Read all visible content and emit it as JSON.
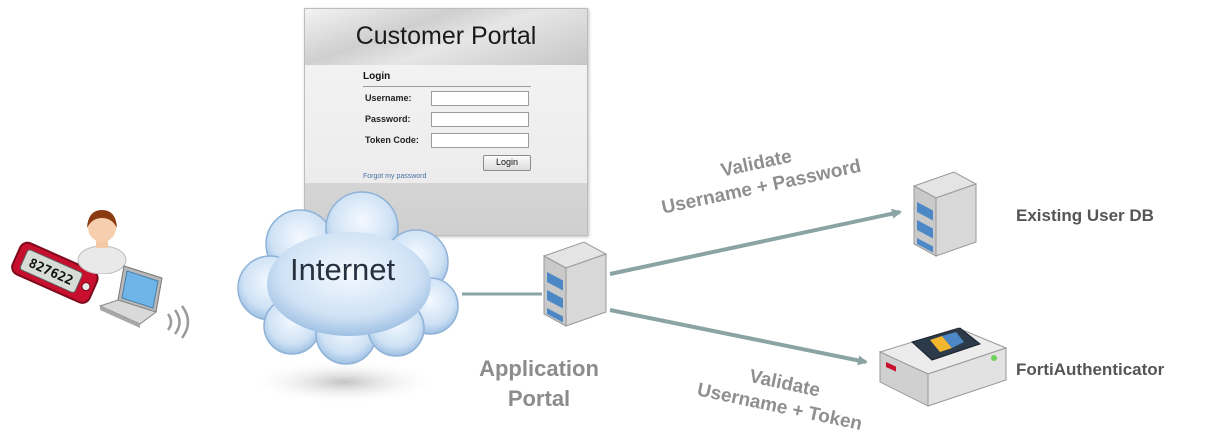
{
  "portal": {
    "title": "Customer Portal",
    "login_heading": "Login",
    "fields": [
      {
        "label": "Username:",
        "value": ""
      },
      {
        "label": "Password:",
        "value": ""
      },
      {
        "label": "Token Code:",
        "value": ""
      }
    ],
    "login_button": "Login",
    "forgot_link": "Forgot my password"
  },
  "token_display": "827622",
  "cloud_label": "Internet",
  "app_portal": {
    "line1": "Application",
    "line2": "Portal"
  },
  "validate_password": {
    "line1": "Validate",
    "line2": "Username + Password"
  },
  "validate_token": {
    "line1": "Validate",
    "line2": "Username + Token"
  },
  "existing_db_label": "Existing User DB",
  "authenticator_label": "FortiAuthenticator",
  "colors": {
    "arrow": "#8aa3a3",
    "label_gray": "#8f8f8f",
    "token_red": "#c8102e",
    "cloud": "#cfe2f5"
  }
}
